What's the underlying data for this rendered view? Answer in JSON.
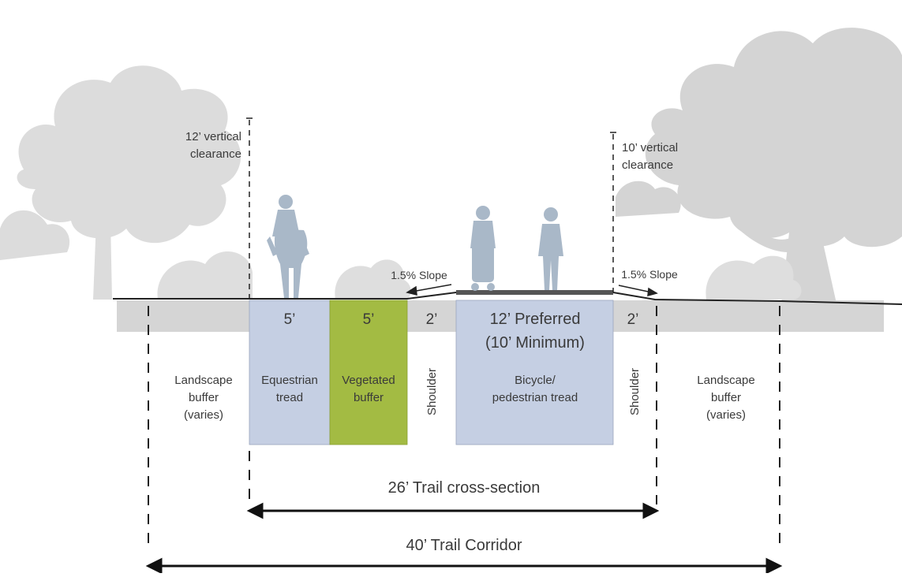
{
  "clearance": {
    "left": [
      "12’ vertical",
      "clearance"
    ],
    "right": [
      "10’ vertical",
      "clearance"
    ]
  },
  "slopes": {
    "left": "1.5% Slope",
    "right": "1.5% Slope"
  },
  "segments": {
    "equestrian": {
      "width": "5’",
      "label": [
        "Equestrian",
        "tread"
      ],
      "color": "#c5cfe3"
    },
    "vegetated": {
      "width": "5’",
      "label": [
        "Vegetated",
        "buffer"
      ],
      "color": "#a3bb43"
    },
    "shoulder_left": {
      "width": "2’",
      "label": "Shoulder"
    },
    "bike_ped": {
      "width": [
        "12’ Preferred",
        "(10’ Minimum)"
      ],
      "label": [
        "Bicycle/",
        "pedestrian tread"
      ],
      "color": "#c5cfe3"
    },
    "shoulder_right": {
      "width": "2’",
      "label": "Shoulder"
    }
  },
  "landscape": {
    "left": [
      "Landscape",
      "buffer",
      "(varies)"
    ],
    "right": [
      "Landscape",
      "buffer",
      "(varies)"
    ]
  },
  "dimensions": {
    "trail_cross_section": "26’ Trail cross-section",
    "trail_corridor": "40’ Trail Corridor"
  },
  "colors": {
    "ground_band": "#d5d5d5",
    "trees": "#d7d7d7",
    "figures": "#a9b8c8"
  }
}
